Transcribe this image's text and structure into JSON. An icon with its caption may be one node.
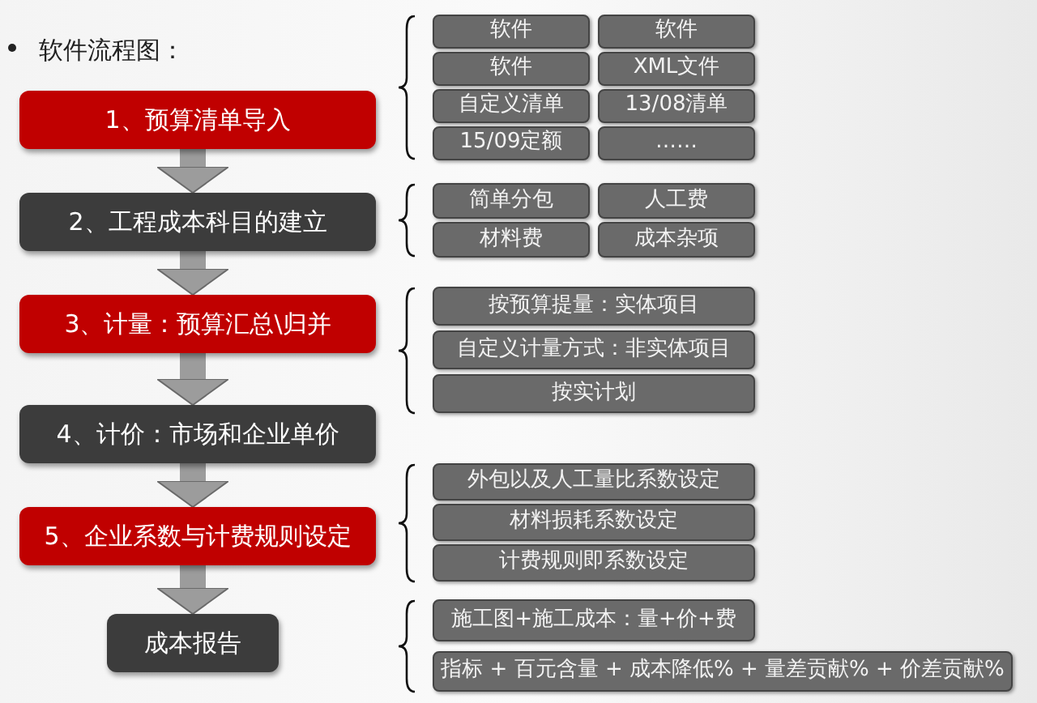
{
  "diagram": {
    "title": "软件流程图：",
    "nodes": [
      {
        "text": [
          "1、预算清单导入"
        ]
      },
      {
        "text": [
          "软件"
        ]
      },
      {
        "text": [
          "软件"
        ]
      },
      {
        "text": [
          "软件"
        ]
      },
      {
        "text": [
          "XML文件"
        ]
      },
      {
        "text": [
          "自定义清单"
        ]
      },
      {
        "text": [
          "13/08清单"
        ]
      },
      {
        "text": [
          "15/09定额"
        ]
      },
      {
        "text": [
          "……"
        ]
      },
      {
        "text": [
          "2、工程成本科目的建立"
        ]
      },
      {
        "text": [
          "简单分包"
        ]
      },
      {
        "text": [
          "人工费"
        ]
      },
      {
        "text": [
          "材料费"
        ]
      },
      {
        "text": [
          "成本杂项"
        ]
      },
      {
        "text": [
          "3、计量：预算汇总\\归并"
        ]
      },
      {
        "text": [
          "按预算提量：实体项目"
        ]
      },
      {
        "text": [
          "自定义计量方式：非实体项目"
        ]
      },
      {
        "text": [
          "按实计划"
        ]
      },
      {
        "text": [
          "4、计价：市场和企业单价"
        ]
      },
      {
        "text": [
          "5、企业系数与计费规则设定"
        ]
      },
      {
        "text": [
          "外包以及人工量比系数设定"
        ]
      },
      {
        "text": [
          "材料损耗系数设定"
        ]
      },
      {
        "text": [
          "计费规则即系数设定"
        ]
      },
      {
        "text": [
          "成本报告"
        ]
      },
      {
        "text": [
          "施工图+施工成本：量+价+费"
        ]
      },
      {
        "text": [
          "指标 + 百元含量 + 成本降低% + 量差贡献% + 价差贡献%"
        ]
      }
    ],
    "edges": [
      {
        "from": 0,
        "to": 9,
        "arrow": "to"
      },
      {
        "from": 9,
        "to": 14,
        "arrow": "to"
      },
      {
        "from": 14,
        "to": 18,
        "arrow": "to"
      },
      {
        "from": 18,
        "to": 19,
        "arrow": "to"
      },
      {
        "from": 19,
        "to": 23,
        "arrow": "to"
      }
    ]
  }
}
